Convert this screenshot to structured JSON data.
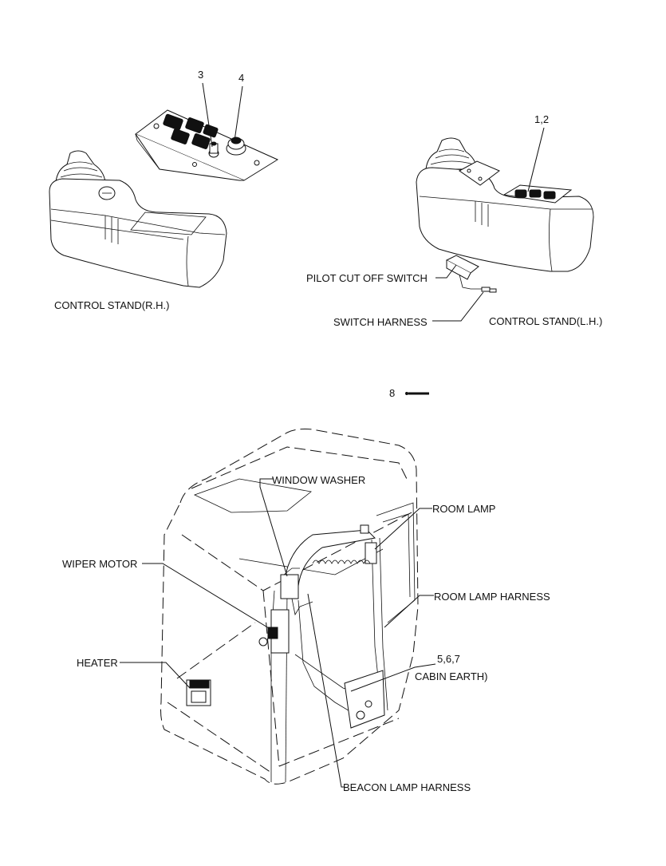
{
  "labels": {
    "control_stand_rh": "CONTROL STAND(R.H.)",
    "control_stand_lh": "CONTROL STAND(L.H.)",
    "pilot_cut_off_switch": "PILOT CUT OFF SWITCH",
    "switch_harness": "SWITCH HARNESS",
    "window_washer": "WINDOW WASHER",
    "room_lamp": "ROOM LAMP",
    "wiper_motor": "WIPER MOTOR",
    "room_lamp_harness": "ROOM LAMP HARNESS",
    "heater": "HEATER",
    "cabin_earth": "CABIN EARTH)",
    "beacon_lamp_harness": "BEACON LAMP HARNESS"
  },
  "callouts": {
    "item_3": "3",
    "item_4": "4",
    "item_1_2": "1,2",
    "item_8": "8",
    "item_5_6_7": "5,6,7"
  }
}
